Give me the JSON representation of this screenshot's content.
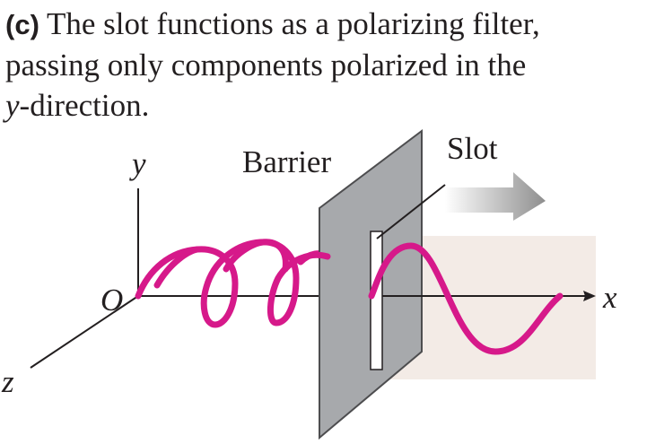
{
  "caption": {
    "tag": "(c)",
    "text_line1": "The slot functions as a polarizing filter,",
    "text_line2": "passing only components polarized in the",
    "text_line3_italic": "y",
    "text_line3_rest": "-direction."
  },
  "labels": {
    "y_axis": "y",
    "x_axis": "x",
    "z_axis": "z",
    "origin": "O",
    "barrier": "Barrier",
    "slot": "Slot"
  },
  "colors": {
    "wave": "#d6198a",
    "barrier": "#a7a9ac",
    "barrier_edge": "#4d4d4f",
    "transmitted_region": "#f3ebe6",
    "arrow": "#9b9b9b",
    "axis": "#231f20"
  }
}
